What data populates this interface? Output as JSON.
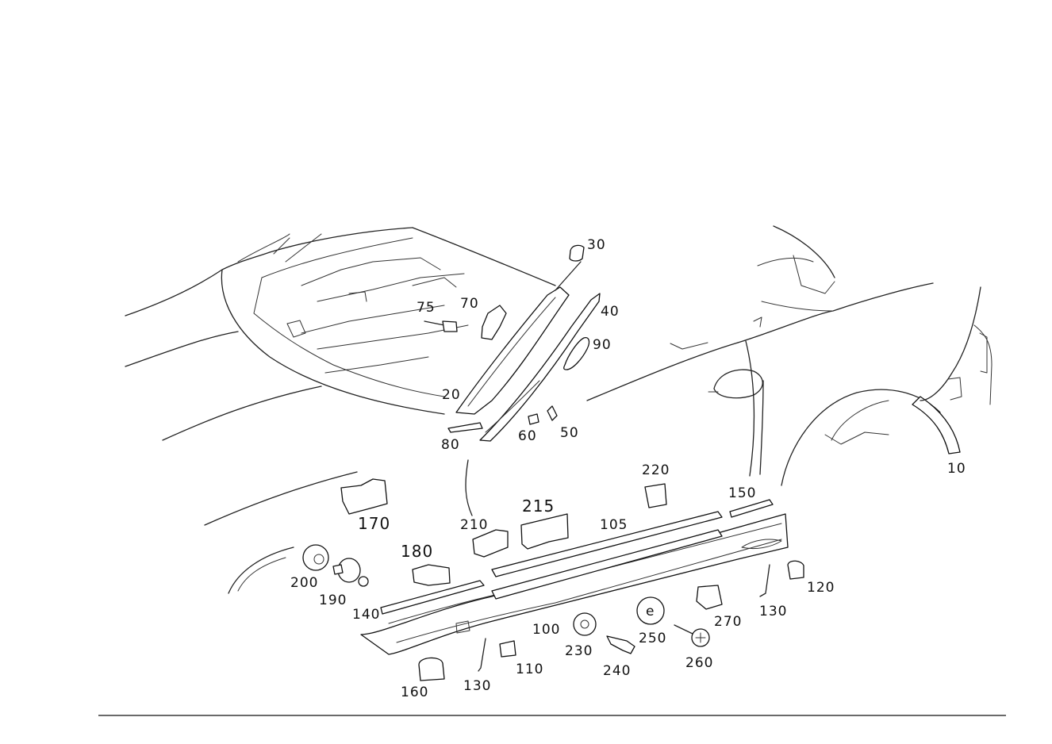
{
  "diagram": {
    "labels": {
      "p10": "10",
      "p20": "20",
      "p30": "30",
      "p40": "40",
      "p50": "50",
      "p60": "60",
      "p70": "70",
      "p75": "75",
      "p80": "80",
      "p90": "90",
      "p100": "100",
      "p105": "105",
      "p110": "110",
      "p120": "120",
      "p130a": "130",
      "p130b": "130",
      "p140": "140",
      "p150": "150",
      "p160": "160",
      "p170": "170",
      "p180": "180",
      "p190": "190",
      "p200": "200",
      "p210": "210",
      "p215": "215",
      "p220": "220",
      "p230": "230",
      "p240": "240",
      "p250": "250",
      "p260": "260",
      "p270": "270"
    }
  }
}
